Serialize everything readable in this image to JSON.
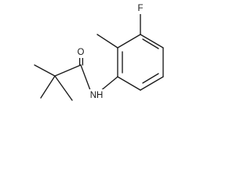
{
  "molecule": {
    "atom_labels": {
      "fluorine": "F",
      "oxygen": "O",
      "nitrogen": "NH"
    }
  }
}
